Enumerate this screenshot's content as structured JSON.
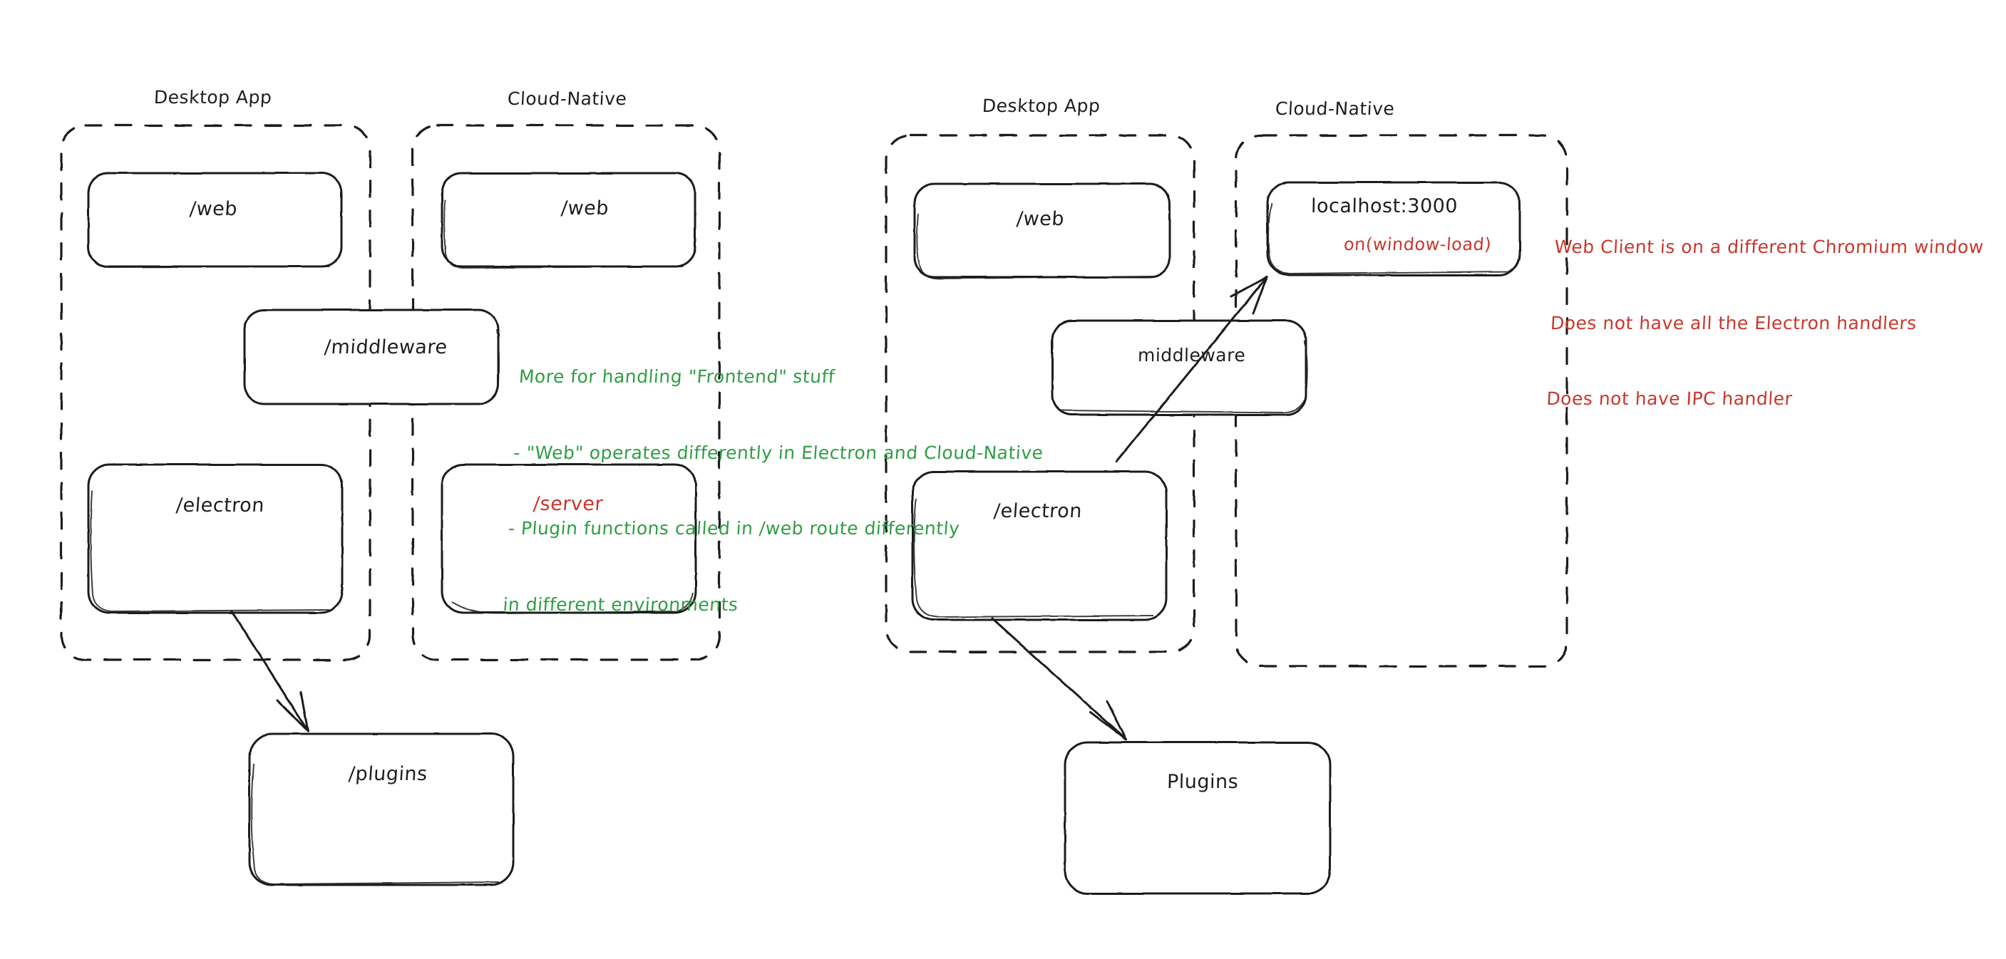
{
  "diagram": {
    "title_hidden": "Electron Desktop App vs Cloud-Native architecture sketch",
    "style": "hand-drawn excalidraw sketch",
    "colors": {
      "stroke": "#1e1e1e",
      "red": "#c8372d",
      "green": "#2f9e44",
      "background": "#ffffff"
    },
    "panels": [
      {
        "id": "left-desktop-app",
        "title": "Desktop App",
        "boxes": [
          {
            "id": "left-web",
            "label": "/web",
            "color": "stroke"
          },
          {
            "id": "left-electron",
            "label": "/electron",
            "color": "stroke"
          }
        ]
      },
      {
        "id": "left-cloud-native",
        "title": "Cloud-Native",
        "boxes": [
          {
            "id": "left-cloud-web",
            "label": "/web",
            "color": "stroke"
          },
          {
            "id": "left-server",
            "label": "/server",
            "color": "red"
          }
        ]
      },
      {
        "id": "right-desktop-app",
        "title": "Desktop App",
        "boxes": [
          {
            "id": "right-web",
            "label": "/web",
            "color": "stroke"
          },
          {
            "id": "right-electron",
            "label": "/electron",
            "color": "stroke"
          }
        ]
      },
      {
        "id": "right-cloud-native",
        "title": "Cloud-Native",
        "boxes": [
          {
            "id": "right-localhost",
            "label": "localhost:3000",
            "sublabel": "on(window-load)",
            "color": "stroke"
          }
        ]
      }
    ],
    "shared_boxes": [
      {
        "id": "left-middleware",
        "label": "/middleware"
      },
      {
        "id": "right-middleware",
        "label": "middleware"
      }
    ],
    "bottom_boxes": [
      {
        "id": "left-plugins",
        "label": "/plugins"
      },
      {
        "id": "right-plugins",
        "label": "Plugins"
      }
    ],
    "annotations": {
      "green_note": {
        "color": "#2f9e44",
        "lines": [
          "More for handling \"Frontend\" stuff",
          "- \"Web\" operates differently in Electron and Cloud-Native",
          "- Plugin functions called in /web route differently",
          "in different environments"
        ]
      },
      "red_note": {
        "color": "#c8372d",
        "lines": [
          "Web Client is on a different Chromium window",
          "Does not have all the Electron handlers",
          "Does not have IPC handler"
        ]
      }
    },
    "arrows": [
      {
        "id": "arrow-left-electron-to-plugins",
        "from": "left-electron",
        "to": "left-plugins"
      },
      {
        "id": "arrow-right-electron-to-plugins",
        "from": "right-electron",
        "to": "right-plugins"
      },
      {
        "id": "arrow-right-electron-to-localhost",
        "from": "right-electron",
        "to": "right-localhost"
      }
    ]
  }
}
